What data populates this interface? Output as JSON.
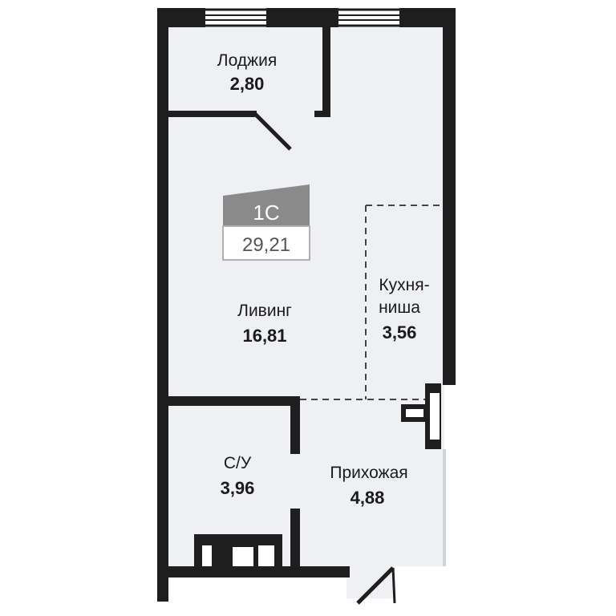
{
  "plan": {
    "badge": {
      "type": "1С",
      "total_area": "29,21"
    },
    "rooms": {
      "loggia": {
        "name": "Лоджия",
        "area": "2,80"
      },
      "living": {
        "name": "Ливинг",
        "area": "16,81"
      },
      "kitchen": {
        "name_line1": "Кухня-",
        "name_line2": "ниша",
        "area": "3,56"
      },
      "bathroom": {
        "name": "С/У",
        "area": "3,96"
      },
      "hallway": {
        "name": "Прихожая",
        "area": "4,88"
      }
    },
    "colors": {
      "wall": "#1e1e1e",
      "floor": "#eef0f4",
      "badge_fill": "#8a8a8a",
      "dashed": "#444444"
    }
  }
}
